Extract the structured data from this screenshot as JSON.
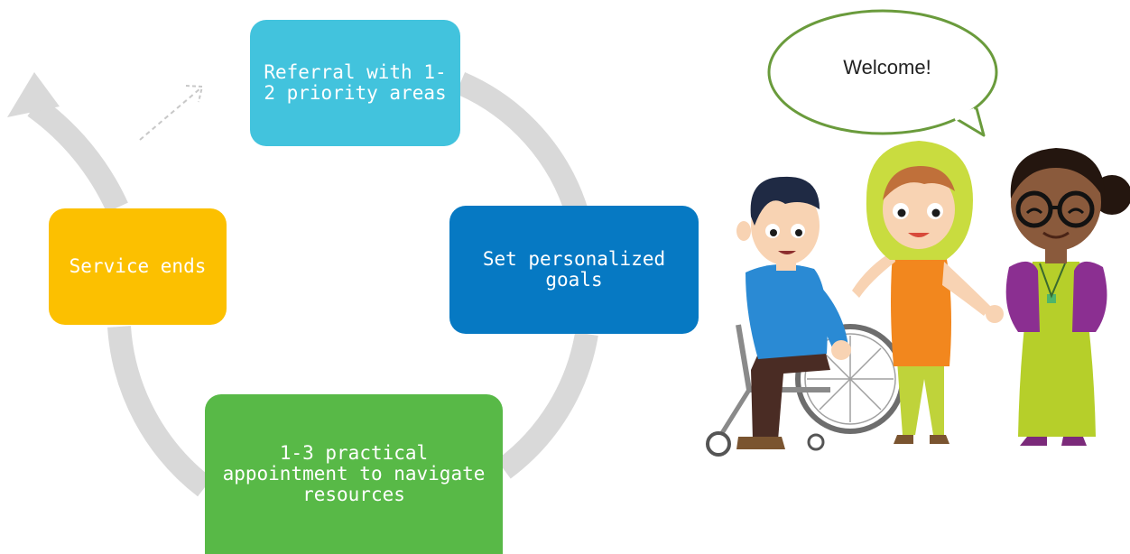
{
  "diagram": {
    "steps": {
      "referral": "Referral with 1-2 priority areas",
      "goals": "Set personalized goals",
      "appointments": "1-3 practical appointment to navigate resources",
      "service_ends": "Service ends"
    },
    "colors": {
      "referral": "#42c3dd",
      "goals": "#0679c3",
      "appointments": "#58b947",
      "service_ends": "#fcc000",
      "cycle_arrow": "#d9d9d9"
    }
  },
  "speech_bubble": {
    "text": "Welcome!",
    "border_color": "#6a9b3c"
  },
  "illustration": {
    "people": [
      "man-in-wheelchair",
      "woman-in-headscarf",
      "woman-with-glasses"
    ]
  }
}
